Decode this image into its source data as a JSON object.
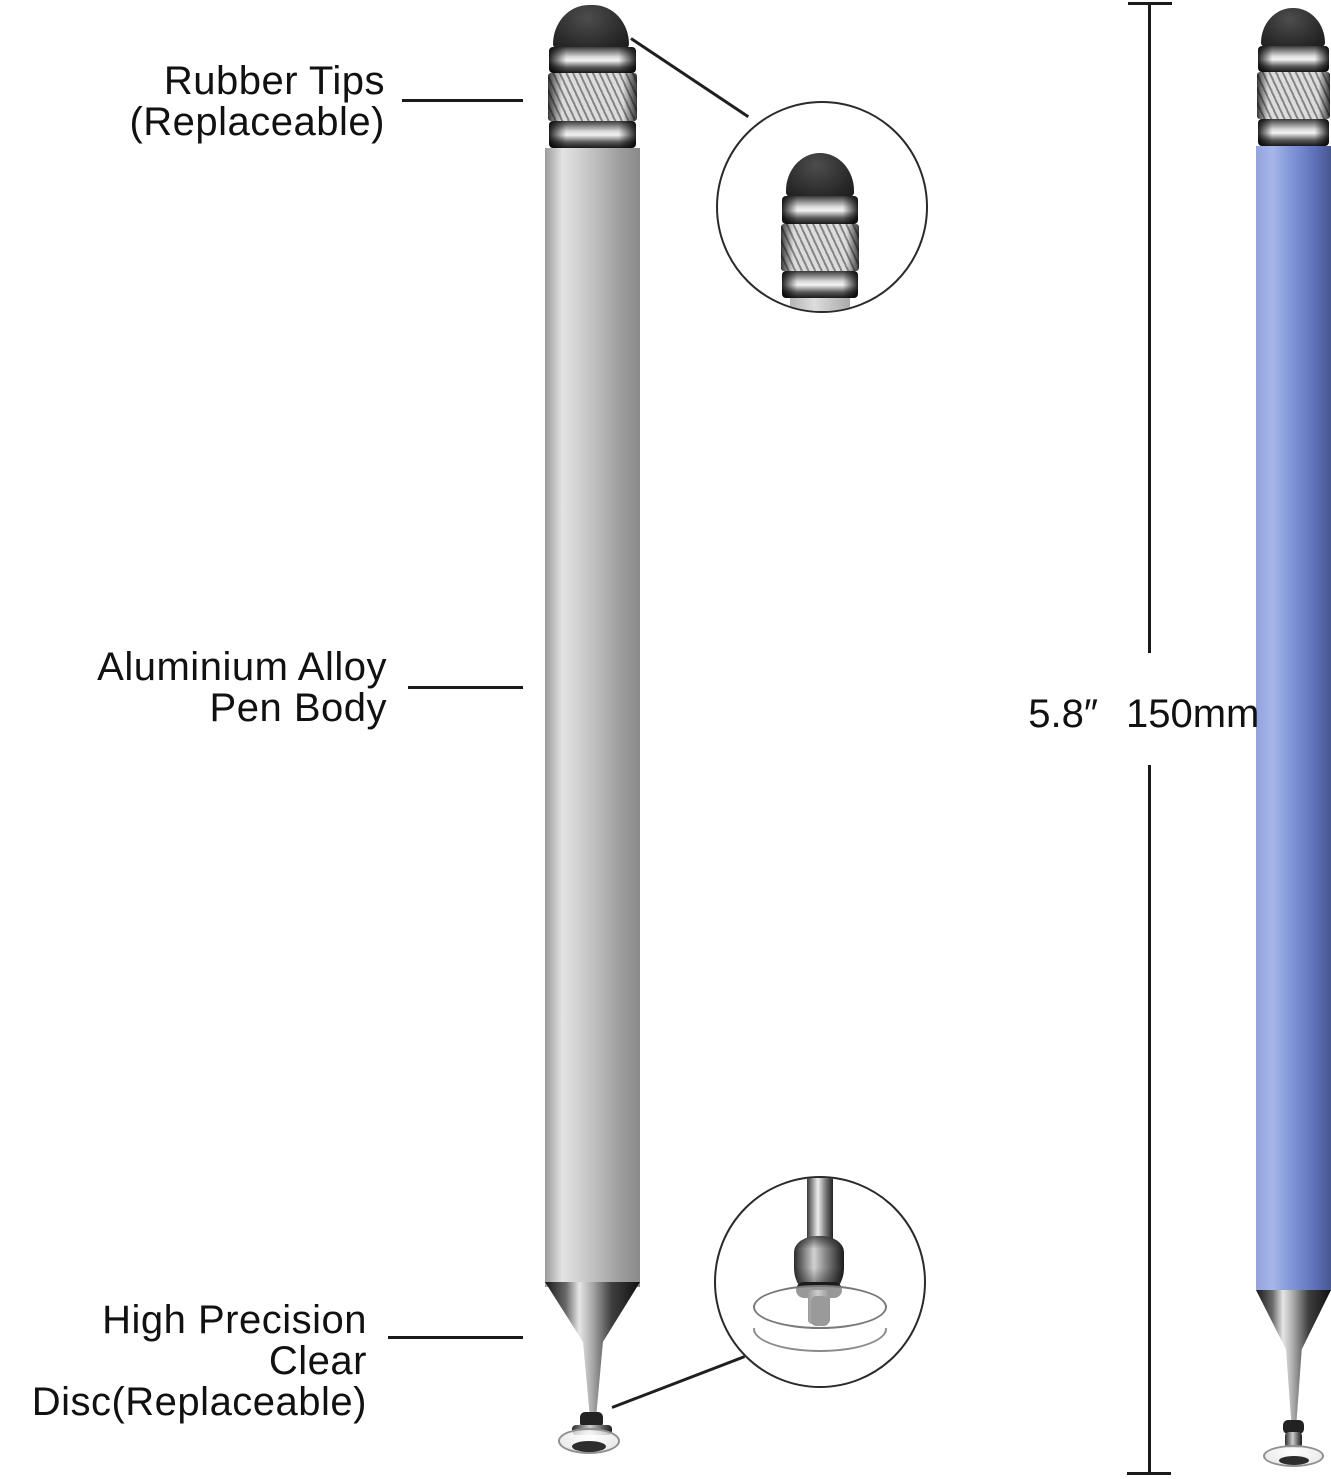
{
  "annotations": {
    "rubber_tips": {
      "line1": "Rubber Tips",
      "line2": "(Replaceable)"
    },
    "pen_body": {
      "line1": "Aluminium Alloy",
      "line2": "Pen Body"
    },
    "clear_disc": {
      "line1": "High Precision",
      "line2": "Clear Disc(Replaceable)"
    }
  },
  "dimension": {
    "inches": "5.8″",
    "millimeters": "150mm"
  },
  "colors": {
    "background": "#ffffff",
    "annotation_text": "#111111",
    "annotation_line": "#1a1a1a",
    "silver_pen_body": "#c9c9c9",
    "blue_pen_body": "#7b8fd4",
    "rubber_tip": "#2e2e2e",
    "chrome": "#d9d9d9"
  }
}
